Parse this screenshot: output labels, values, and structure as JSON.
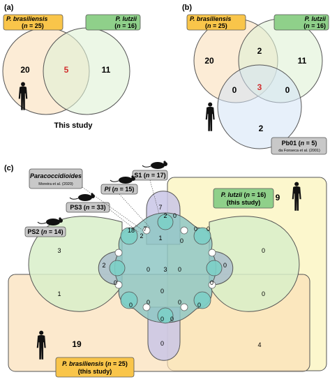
{
  "panels": {
    "a": "(a)",
    "b": "(b)",
    "c": "(c)"
  },
  "a": {
    "brasiliensis": {
      "species": "P. brasiliensis",
      "open": "(",
      "n": "n",
      "rest": " = 25)"
    },
    "lutzii": {
      "species": "P. lutzii",
      "open": "(",
      "n": "n",
      "rest": " = 16)"
    },
    "only_left": "20",
    "shared": "5",
    "only_right": "11",
    "caption": "This study"
  },
  "b": {
    "brasiliensis": {
      "species": "P. brasiliensis",
      "open": "(",
      "n": "n",
      "rest": " = 25)"
    },
    "lutzii": {
      "species": "P. lutzii",
      "open": "(",
      "n": "n",
      "rest": " = 16)"
    },
    "pb01": {
      "label": "Pb01 (",
      "n": "n",
      "rest": " = 5)",
      "cite": "da Fonseca et al. (2001)"
    },
    "values": {
      "left": "20",
      "top": "2",
      "right": "11",
      "lower_left": "0",
      "center": "3",
      "lower_right": "0",
      "bottom": "2"
    }
  },
  "c": {
    "paracoccidioides": {
      "title": "Paracoccidioides",
      "cite": "Moreira et al. (2020)"
    },
    "s1": {
      "label": "S1 (",
      "n": "n",
      "rest": " = 17)"
    },
    "pl": {
      "label": "Pl",
      "open": " (",
      "n": "n",
      "rest": " = 15)"
    },
    "ps3": {
      "label": "PS3 (",
      "n": "n",
      "rest": " = 33)"
    },
    "ps2": {
      "label": "PS2 (",
      "n": "n",
      "rest": " = 14)"
    },
    "lutzii": {
      "species": "P. lutzii",
      "open": " (",
      "n": "n",
      "rest": " = 16)",
      "note": "(this study)"
    },
    "brasiliensis": {
      "species": "P. brasiliensis",
      "open": " (",
      "n": "n",
      "rest": " = 25)",
      "note": "(this study)"
    },
    "region_values": {
      "lutzii_only": "9",
      "s1_only": "7",
      "ps2_left": "3",
      "ps2_red": "1",
      "bras_only": "19",
      "bras_lutzii": "4",
      "c_center": "3",
      "c_2a": "2",
      "c_1": "1",
      "c_2b": "2",
      "c_18": "18",
      "c_7": "7",
      "c_2c": "2"
    },
    "region_zeros": "0"
  }
}
